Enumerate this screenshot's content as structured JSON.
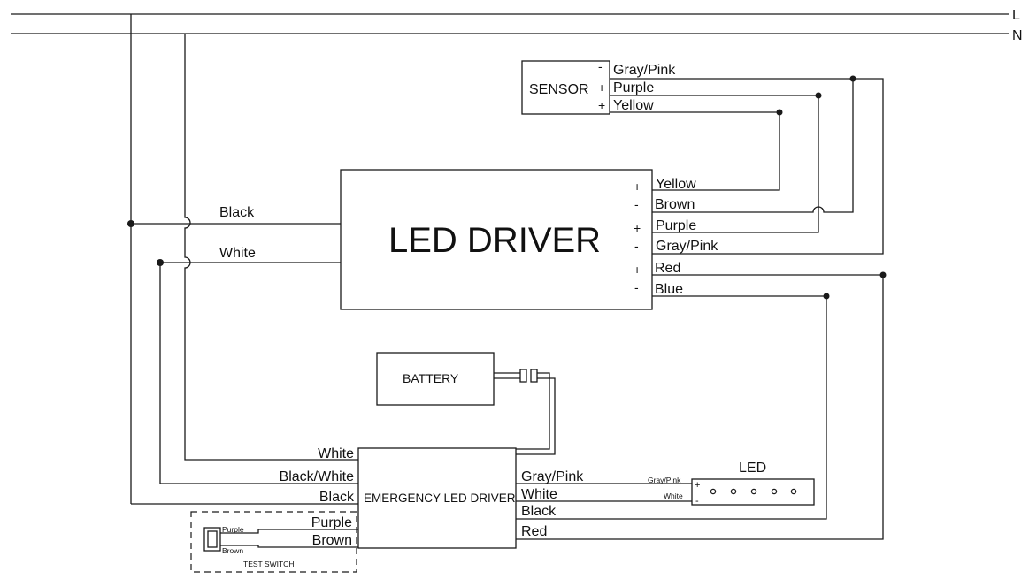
{
  "lines": {
    "l": "L",
    "n": "N"
  },
  "sensor": {
    "title": "SENSOR",
    "wires": [
      {
        "sign": "-",
        "color": "Gray/Pink"
      },
      {
        "sign": "+",
        "color": "Purple"
      },
      {
        "sign": "+",
        "color": "Yellow"
      }
    ]
  },
  "led_driver": {
    "title": "LED DRIVER",
    "inputs": {
      "black": "Black",
      "white": "White"
    },
    "outputs": [
      {
        "sign": "+",
        "color": "Yellow"
      },
      {
        "sign": "-",
        "color": "Brown"
      },
      {
        "sign": "+",
        "color": "Purple"
      },
      {
        "sign": "-",
        "color": "Gray/Pink"
      },
      {
        "sign": "+",
        "color": "Red"
      },
      {
        "sign": "-",
        "color": "Blue"
      }
    ]
  },
  "battery": {
    "title": "BATTERY"
  },
  "emergency": {
    "title": "EMERGENCY LED DRIVER",
    "left_wires": [
      "White",
      "Black/White",
      "Black",
      "Purple",
      "Brown"
    ],
    "right_wires": [
      "Gray/Pink",
      "White",
      "Black",
      "Red"
    ]
  },
  "led": {
    "title": "LED",
    "small_labels": {
      "top": "Gray/Pink",
      "bottom": "White"
    },
    "plus": "+",
    "minus": "-"
  },
  "test_switch": {
    "title": "TEST SWITCH",
    "small_labels": {
      "top": "Purple",
      "bottom": "Brown"
    }
  }
}
